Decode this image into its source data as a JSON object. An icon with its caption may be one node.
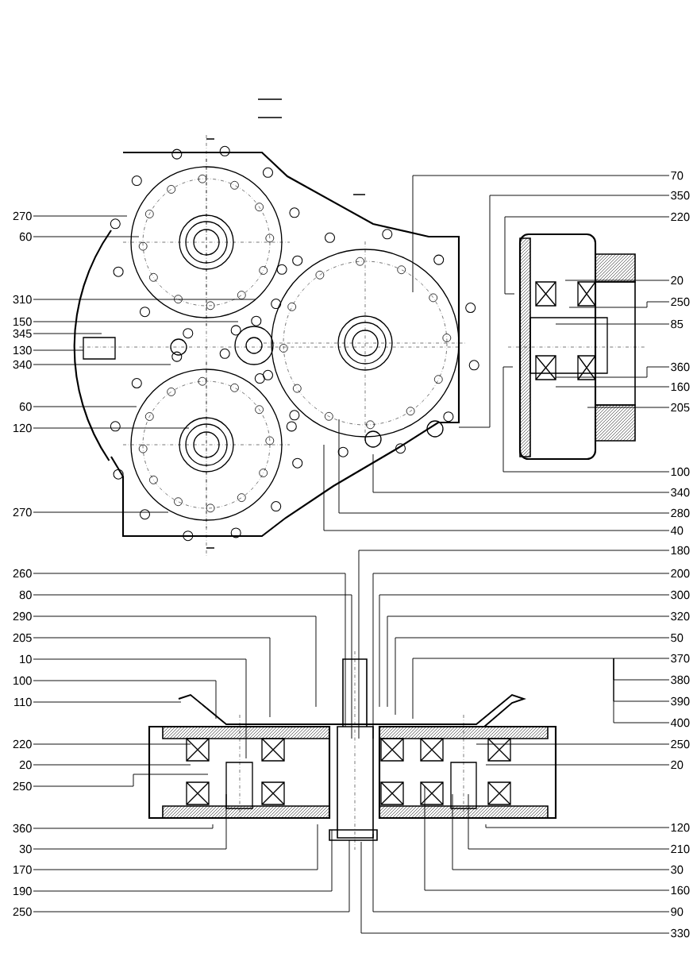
{
  "diagram": {
    "nodes": [
      {
        "text": [
          "270"
        ]
      },
      {
        "text": [
          "60"
        ]
      },
      {
        "text": [
          "310"
        ]
      },
      {
        "text": [
          "150"
        ]
      },
      {
        "text": [
          "345"
        ]
      },
      {
        "text": [
          "130"
        ]
      },
      {
        "text": [
          "340"
        ]
      },
      {
        "text": [
          "60"
        ]
      },
      {
        "text": [
          "120"
        ]
      },
      {
        "text": [
          "270"
        ]
      },
      {
        "text": [
          "70"
        ]
      },
      {
        "text": [
          "350"
        ]
      },
      {
        "text": [
          "220"
        ]
      },
      {
        "text": [
          "20"
        ]
      },
      {
        "text": [
          "250"
        ]
      },
      {
        "text": [
          "85"
        ]
      },
      {
        "text": [
          "360"
        ]
      },
      {
        "text": [
          "160"
        ]
      },
      {
        "text": [
          "205"
        ]
      },
      {
        "text": [
          "100"
        ]
      },
      {
        "text": [
          "340"
        ]
      },
      {
        "text": [
          "280"
        ]
      },
      {
        "text": [
          "40"
        ]
      },
      {
        "text": [
          "260"
        ]
      },
      {
        "text": [
          "80"
        ]
      },
      {
        "text": [
          "290"
        ]
      },
      {
        "text": [
          "205"
        ]
      },
      {
        "text": [
          "10"
        ]
      },
      {
        "text": [
          "100"
        ]
      },
      {
        "text": [
          "110"
        ]
      },
      {
        "text": [
          "220"
        ]
      },
      {
        "text": [
          "20"
        ]
      },
      {
        "text": [
          "250"
        ]
      },
      {
        "text": [
          "360"
        ]
      },
      {
        "text": [
          "30"
        ]
      },
      {
        "text": [
          "170"
        ]
      },
      {
        "text": [
          "190"
        ]
      },
      {
        "text": [
          "250"
        ]
      },
      {
        "text": [
          "180"
        ]
      },
      {
        "text": [
          "200"
        ]
      },
      {
        "text": [
          "300"
        ]
      },
      {
        "text": [
          "320"
        ]
      },
      {
        "text": [
          "50"
        ]
      },
      {
        "text": [
          "370"
        ]
      },
      {
        "text": [
          "380"
        ]
      },
      {
        "text": [
          "390"
        ]
      },
      {
        "text": [
          "400"
        ]
      },
      {
        "text": [
          "250"
        ]
      },
      {
        "text": [
          "20"
        ]
      },
      {
        "text": [
          "120"
        ]
      },
      {
        "text": [
          "210"
        ]
      },
      {
        "text": [
          "30"
        ]
      },
      {
        "text": [
          "160"
        ]
      },
      {
        "text": [
          "90"
        ]
      },
      {
        "text": [
          "330"
        ]
      }
    ],
    "edges": [
      {
        "from": 0,
        "to": null,
        "arrow": "none"
      },
      {
        "from": 1,
        "to": null,
        "arrow": "none"
      },
      {
        "from": 2,
        "to": null,
        "arrow": "none"
      },
      {
        "from": 3,
        "to": null,
        "arrow": "none"
      },
      {
        "from": 4,
        "to": null,
        "arrow": "none"
      },
      {
        "from": 5,
        "to": null,
        "arrow": "none"
      },
      {
        "from": 6,
        "to": null,
        "arrow": "none"
      },
      {
        "from": 7,
        "to": null,
        "arrow": "none"
      },
      {
        "from": 8,
        "to": null,
        "arrow": "none"
      },
      {
        "from": 9,
        "to": null,
        "arrow": "none"
      },
      {
        "from": 10,
        "to": null,
        "arrow": "none"
      },
      {
        "from": 11,
        "to": null,
        "arrow": "none"
      },
      {
        "from": 12,
        "to": null,
        "arrow": "none"
      },
      {
        "from": 13,
        "to": null,
        "arrow": "none"
      },
      {
        "from": 14,
        "to": null,
        "arrow": "none"
      },
      {
        "from": 15,
        "to": null,
        "arrow": "none"
      },
      {
        "from": 16,
        "to": null,
        "arrow": "none"
      },
      {
        "from": 17,
        "to": null,
        "arrow": "none"
      },
      {
        "from": 18,
        "to": null,
        "arrow": "none"
      },
      {
        "from": 19,
        "to": null,
        "arrow": "none"
      },
      {
        "from": 20,
        "to": null,
        "arrow": "none"
      },
      {
        "from": 21,
        "to": null,
        "arrow": "none"
      },
      {
        "from": 22,
        "to": null,
        "arrow": "none"
      },
      {
        "from": 23,
        "to": null,
        "arrow": "none"
      },
      {
        "from": 24,
        "to": null,
        "arrow": "none"
      },
      {
        "from": 25,
        "to": null,
        "arrow": "none"
      },
      {
        "from": 26,
        "to": null,
        "arrow": "none"
      },
      {
        "from": 27,
        "to": null,
        "arrow": "none"
      },
      {
        "from": 28,
        "to": null,
        "arrow": "none"
      },
      {
        "from": 29,
        "to": null,
        "arrow": "none"
      },
      {
        "from": 30,
        "to": null,
        "arrow": "none"
      },
      {
        "from": 31,
        "to": null,
        "arrow": "none"
      },
      {
        "from": 32,
        "to": null,
        "arrow": "none"
      },
      {
        "from": 33,
        "to": null,
        "arrow": "none"
      },
      {
        "from": 34,
        "to": null,
        "arrow": "none"
      },
      {
        "from": 35,
        "to": null,
        "arrow": "none"
      },
      {
        "from": 36,
        "to": null,
        "arrow": "none"
      },
      {
        "from": 37,
        "to": null,
        "arrow": "none"
      },
      {
        "from": 38,
        "to": null,
        "arrow": "none"
      },
      {
        "from": 39,
        "to": null,
        "arrow": "none"
      },
      {
        "from": 40,
        "to": null,
        "arrow": "none"
      },
      {
        "from": 41,
        "to": null,
        "arrow": "none"
      },
      {
        "from": 42,
        "to": null,
        "arrow": "none"
      },
      {
        "from": 43,
        "to": null,
        "arrow": "none"
      },
      {
        "from": 44,
        "to": null,
        "arrow": "none"
      },
      {
        "from": 45,
        "to": null,
        "arrow": "none"
      },
      {
        "from": 46,
        "to": null,
        "arrow": "none"
      },
      {
        "from": 47,
        "to": null,
        "arrow": "none"
      },
      {
        "from": 48,
        "to": null,
        "arrow": "none"
      },
      {
        "from": 49,
        "to": null,
        "arrow": "none"
      },
      {
        "from": 50,
        "to": null,
        "arrow": "none"
      },
      {
        "from": 51,
        "to": null,
        "arrow": "none"
      },
      {
        "from": 52,
        "to": null,
        "arrow": "none"
      },
      {
        "from": 53,
        "to": null,
        "arrow": "none"
      },
      {
        "from": 54,
        "to": null,
        "arrow": "none"
      }
    ]
  }
}
